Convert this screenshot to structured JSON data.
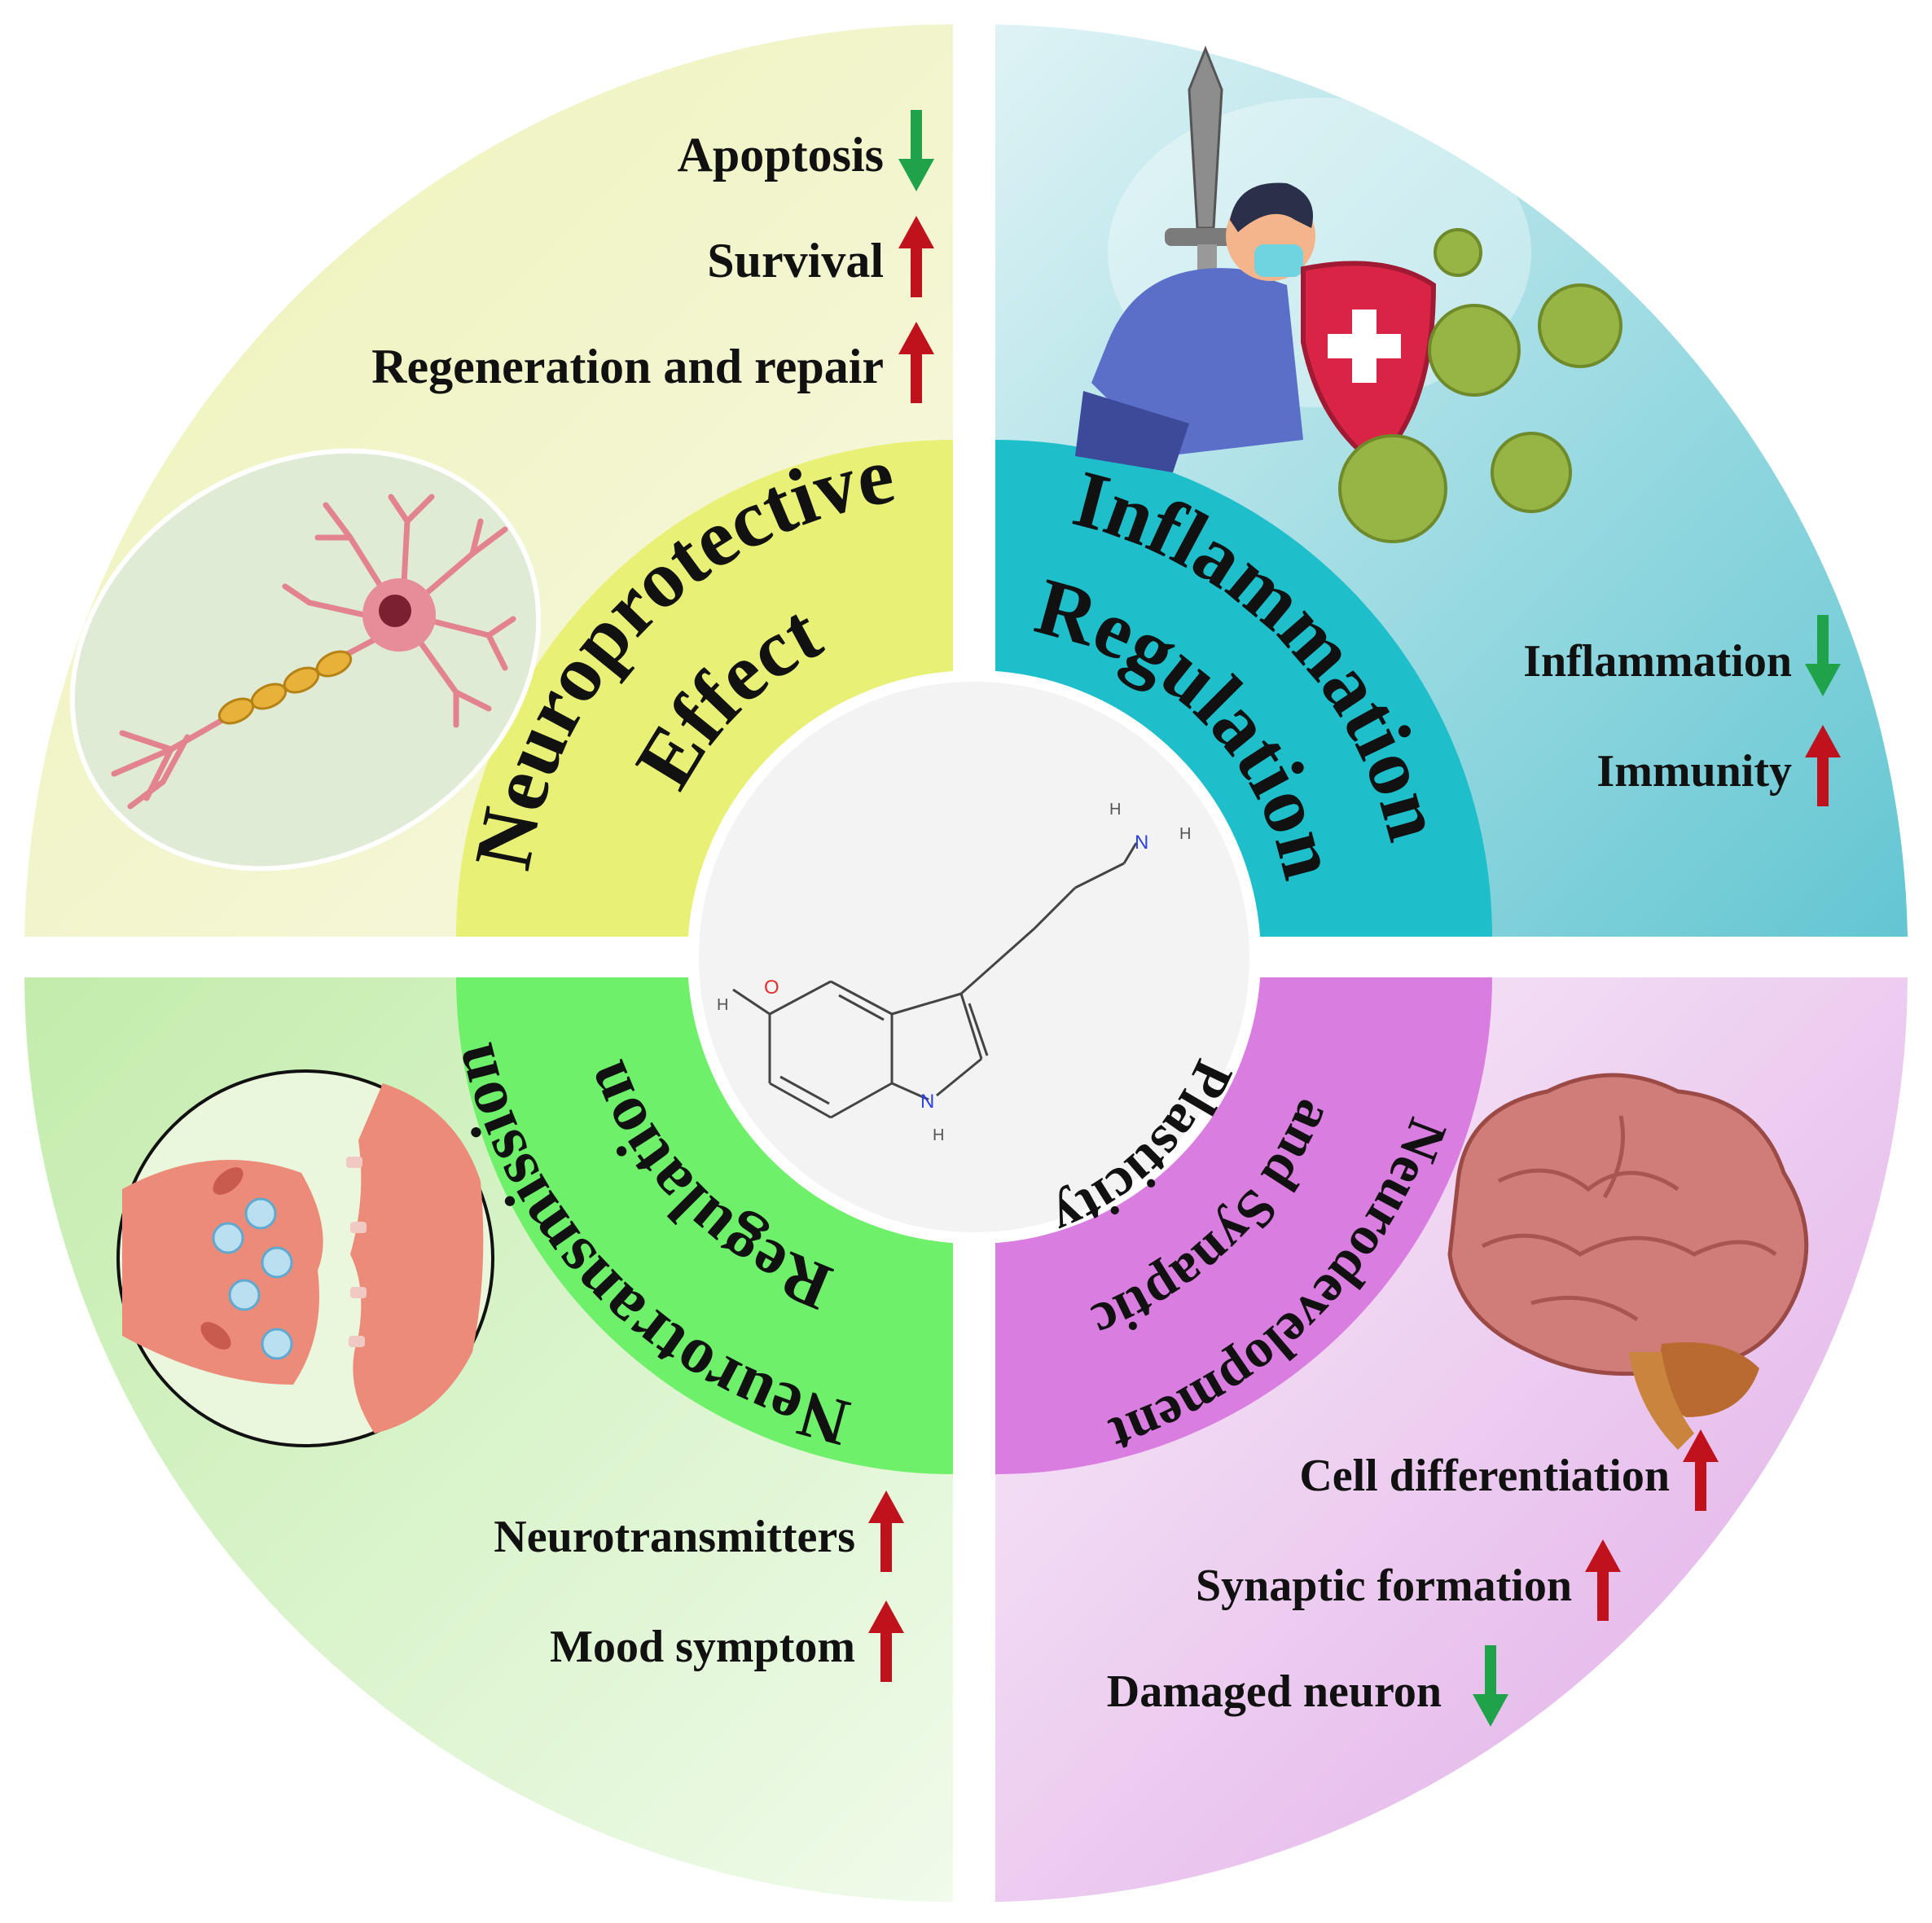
{
  "center": {
    "molecule": {
      "atom_o": "O",
      "atom_n": "N",
      "atom_h": "H",
      "color_o": "#e0302e",
      "color_n": "#2b43e0",
      "bond_color": "#444444"
    }
  },
  "quadrants": {
    "neuroprotective": {
      "title_line1": "Neuroprotective",
      "title_line2": "Effect",
      "color_outer": "#f0f3b8",
      "color_inner": "#e8f075",
      "items": [
        {
          "label": "Apoptosis",
          "trend": "down"
        },
        {
          "label": "Survival",
          "trend": "up"
        },
        {
          "label": "Regeneration and repair",
          "trend": "up"
        }
      ],
      "illustration_icon": "neuron-icon"
    },
    "inflammation": {
      "title_line1": "Inflammation",
      "title_line2": "Regulation",
      "color_outer": "#a7dfe5",
      "color_inner": "#1ebfcb",
      "items": [
        {
          "label": "Inflammation",
          "trend": "down"
        },
        {
          "label": "Immunity",
          "trend": "up"
        }
      ],
      "illustration_icon": "immune-defender-icon"
    },
    "neurotransmission": {
      "title_line1": "Neurotransmission",
      "title_line2": "Regulation",
      "color_outer": "#c6efae",
      "color_inner": "#6ff06a",
      "items": [
        {
          "label": "Neurotransmitters",
          "trend": "up"
        },
        {
          "label": "Mood symptom",
          "trend": "up"
        }
      ],
      "illustration_icon": "synapse-icon"
    },
    "neurodevelopment": {
      "title_line1": "Neurodevelopment",
      "title_line2": "and Synaptic",
      "title_line3": "Plasticity",
      "color_outer": "#e9c6ee",
      "color_inner": "#da7de0",
      "items": [
        {
          "label": "Cell differentiation",
          "trend": "up"
        },
        {
          "label": "Synaptic formation",
          "trend": "up"
        },
        {
          "label": "Damaged neuron",
          "trend": "down"
        }
      ],
      "illustration_icon": "brain-icon"
    }
  },
  "colors": {
    "arrow_up": "#c0121c",
    "arrow_down": "#1fa34a",
    "text": "#111111"
  }
}
